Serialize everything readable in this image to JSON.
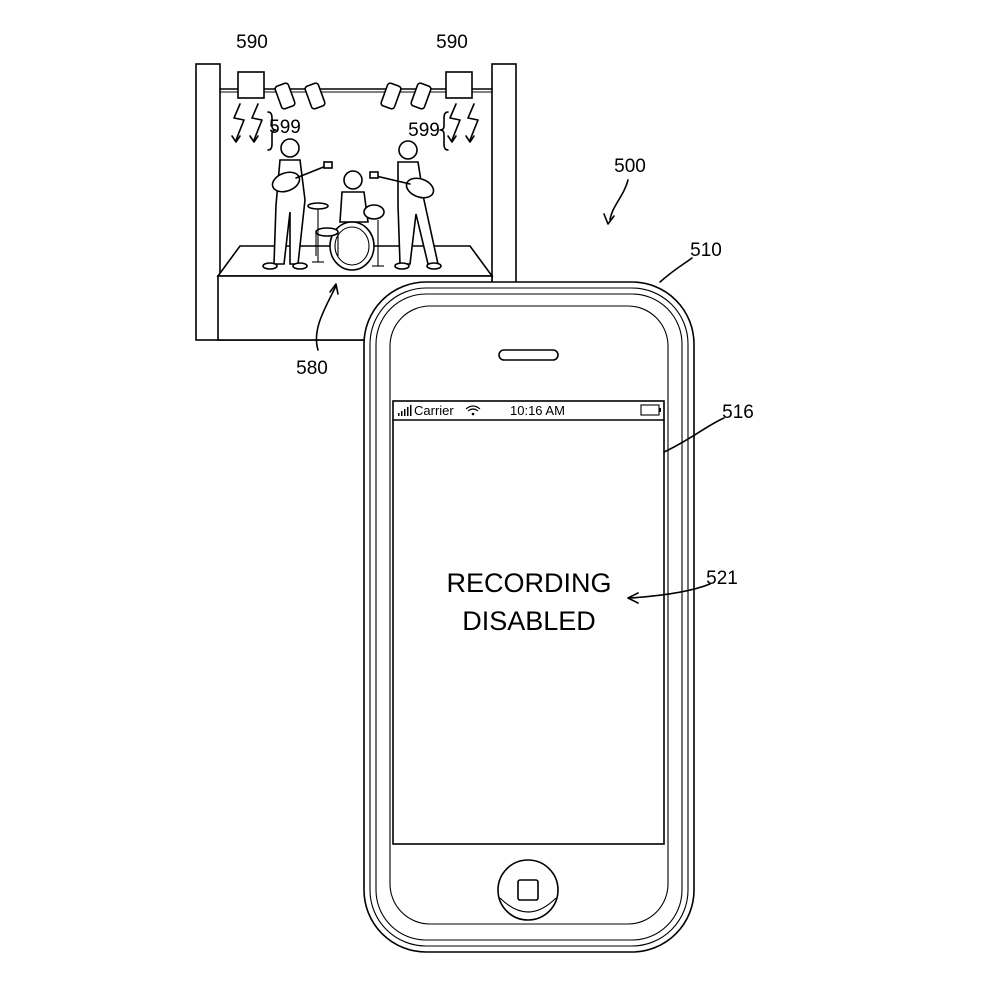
{
  "labels": {
    "system": "500",
    "stage": "580",
    "emitter_left": "590",
    "emitter_right": "590",
    "signal_left": "599",
    "signal_right": "599",
    "device": "510",
    "display": "516",
    "message_ref": "521"
  },
  "phone": {
    "status_bar": {
      "carrier": "Carrier",
      "time": "10:16 AM"
    },
    "message_line1": "RECORDING",
    "message_line2": "DISABLED"
  },
  "icons": [
    "signal-bars-icon",
    "wifi-icon",
    "battery-icon",
    "speaker-slot-icon",
    "home-button-icon",
    "spotlight-icon",
    "emitter-box-icon",
    "lightning-signal-icon",
    "guitarist-icon",
    "drummer-icon",
    "drum-kit-icon"
  ]
}
